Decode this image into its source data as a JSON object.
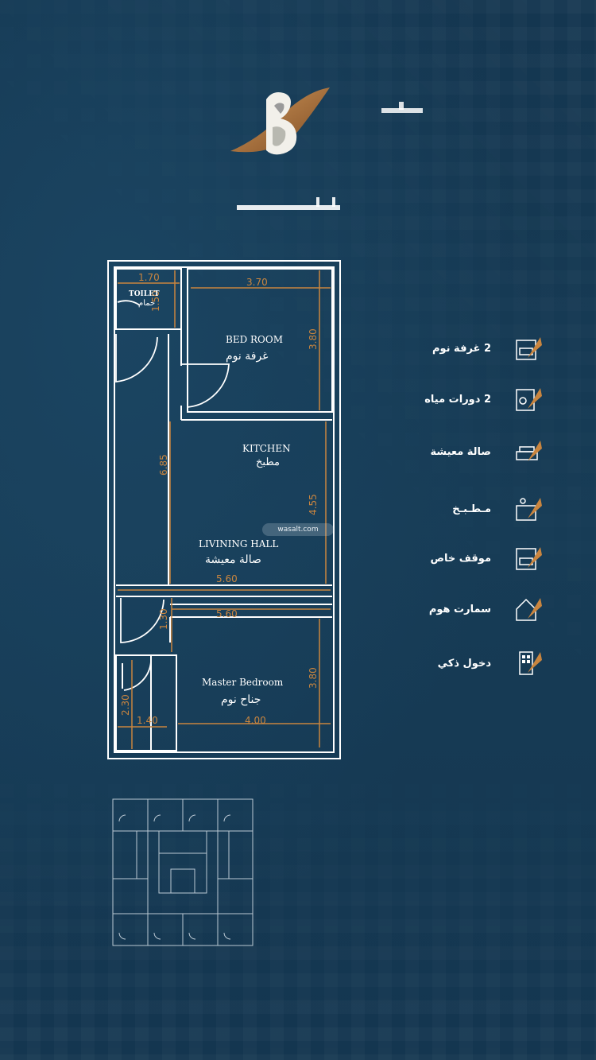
{
  "colors": {
    "background": "#163a52",
    "wall": "#ffffff",
    "dimension": "#c9853f",
    "accent": "#c9853f"
  },
  "logo": {
    "icon": "brand-logo-mark"
  },
  "floor_plan": {
    "rooms": {
      "toilet": {
        "en": "TOILET",
        "ar": "حمام"
      },
      "bedroom": {
        "en": "BED ROOM",
        "ar": "غرفة نوم"
      },
      "kitchen": {
        "en": "KITCHEN",
        "ar": "مطبخ"
      },
      "living": {
        "en": "LIVINING HALL",
        "ar": "صالة معيشة"
      },
      "master": {
        "en": "Master Bedroom",
        "ar": "جناح نوم"
      }
    },
    "dimensions": {
      "toilet_w": "1.70",
      "toilet_h": "1.50",
      "bed_w": "3.70",
      "bed_h": "3.80",
      "corridor_h": "6.85",
      "kitchen_h": "4.55",
      "living_w": "5.60",
      "master_top_w": "5.60",
      "door_h": "1.30",
      "master_h": "3.80",
      "closet_h": "2.30",
      "closet_w": "1.40",
      "master_w": "4.00"
    }
  },
  "watermark": {
    "text": "wasalt.com"
  },
  "features": [
    {
      "label": "2 غرفة نوم",
      "icon": "bedroom-icon"
    },
    {
      "label": "2 دورات مياه",
      "icon": "bathroom-icon"
    },
    {
      "label": "صالة معيشة",
      "icon": "sofa-icon"
    },
    {
      "label": "مـطـبـخ",
      "icon": "kitchen-icon"
    },
    {
      "label": "موقف خاص",
      "icon": "parking-icon"
    },
    {
      "label": "سمارت هوم",
      "icon": "smart-home-icon"
    },
    {
      "label": "دخول ذكي",
      "icon": "smart-entry-icon"
    }
  ]
}
